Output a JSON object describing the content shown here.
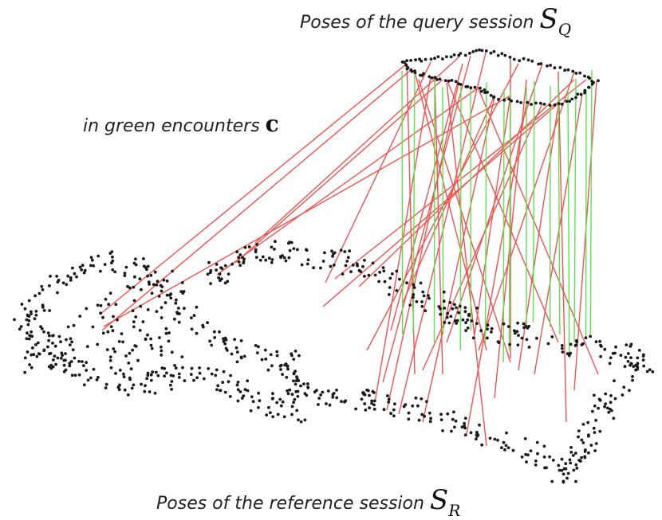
{
  "captions": {
    "query_text": "Poses of the query session",
    "query_symbol": "S",
    "query_subscript": "Q",
    "encounters_text": "in green encounters",
    "encounters_symbol": "c",
    "reference_text": "Poses of the reference session",
    "reference_symbol": "S",
    "reference_subscript": "R"
  },
  "colors": {
    "pose_point": "#1a1a1a",
    "encounter_line": "#55e84a",
    "mismatch_line": "#f0524f",
    "caption_text": "#222222"
  }
}
